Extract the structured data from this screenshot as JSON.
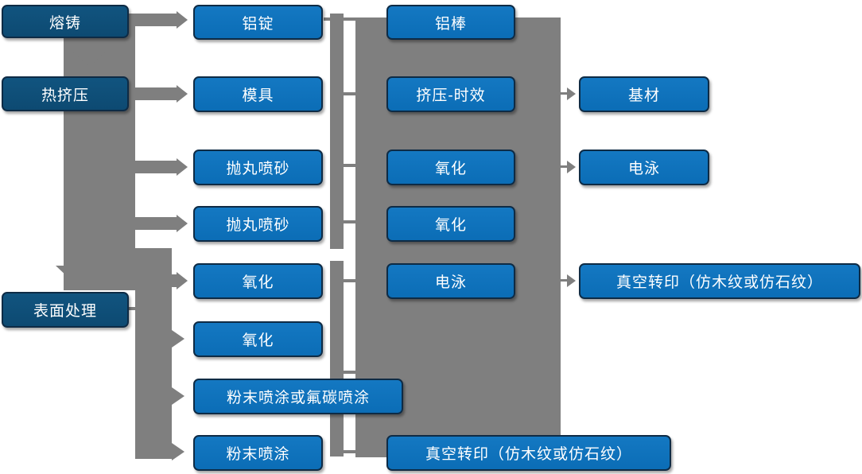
{
  "diagram": {
    "title_hint": "aluminum-profile-processing-flowchart",
    "colors": {
      "node_blue": "#0e72b8",
      "node_dark_blue": "#0f5080",
      "connector_gray": "#7f7f7f",
      "node_border": "#0e2b45",
      "text": "#ffffff"
    },
    "columns": {
      "col1": [
        "熔铸",
        "热挤压",
        "表面处理"
      ],
      "col2": [
        "铝锭",
        "模具",
        "抛丸喷砂",
        "抛丸喷砂",
        "氧化",
        "氧化",
        "粉末喷涂或氟碳喷涂",
        "粉末喷涂"
      ],
      "col3": [
        "铝棒",
        "挤压-时效",
        "氧化",
        "氧化",
        "电泳",
        "真空转印（仿木纹或仿石纹）"
      ],
      "col4": [
        "基材",
        "电泳",
        "真空转印（仿木纹或仿石纹）"
      ]
    }
  }
}
